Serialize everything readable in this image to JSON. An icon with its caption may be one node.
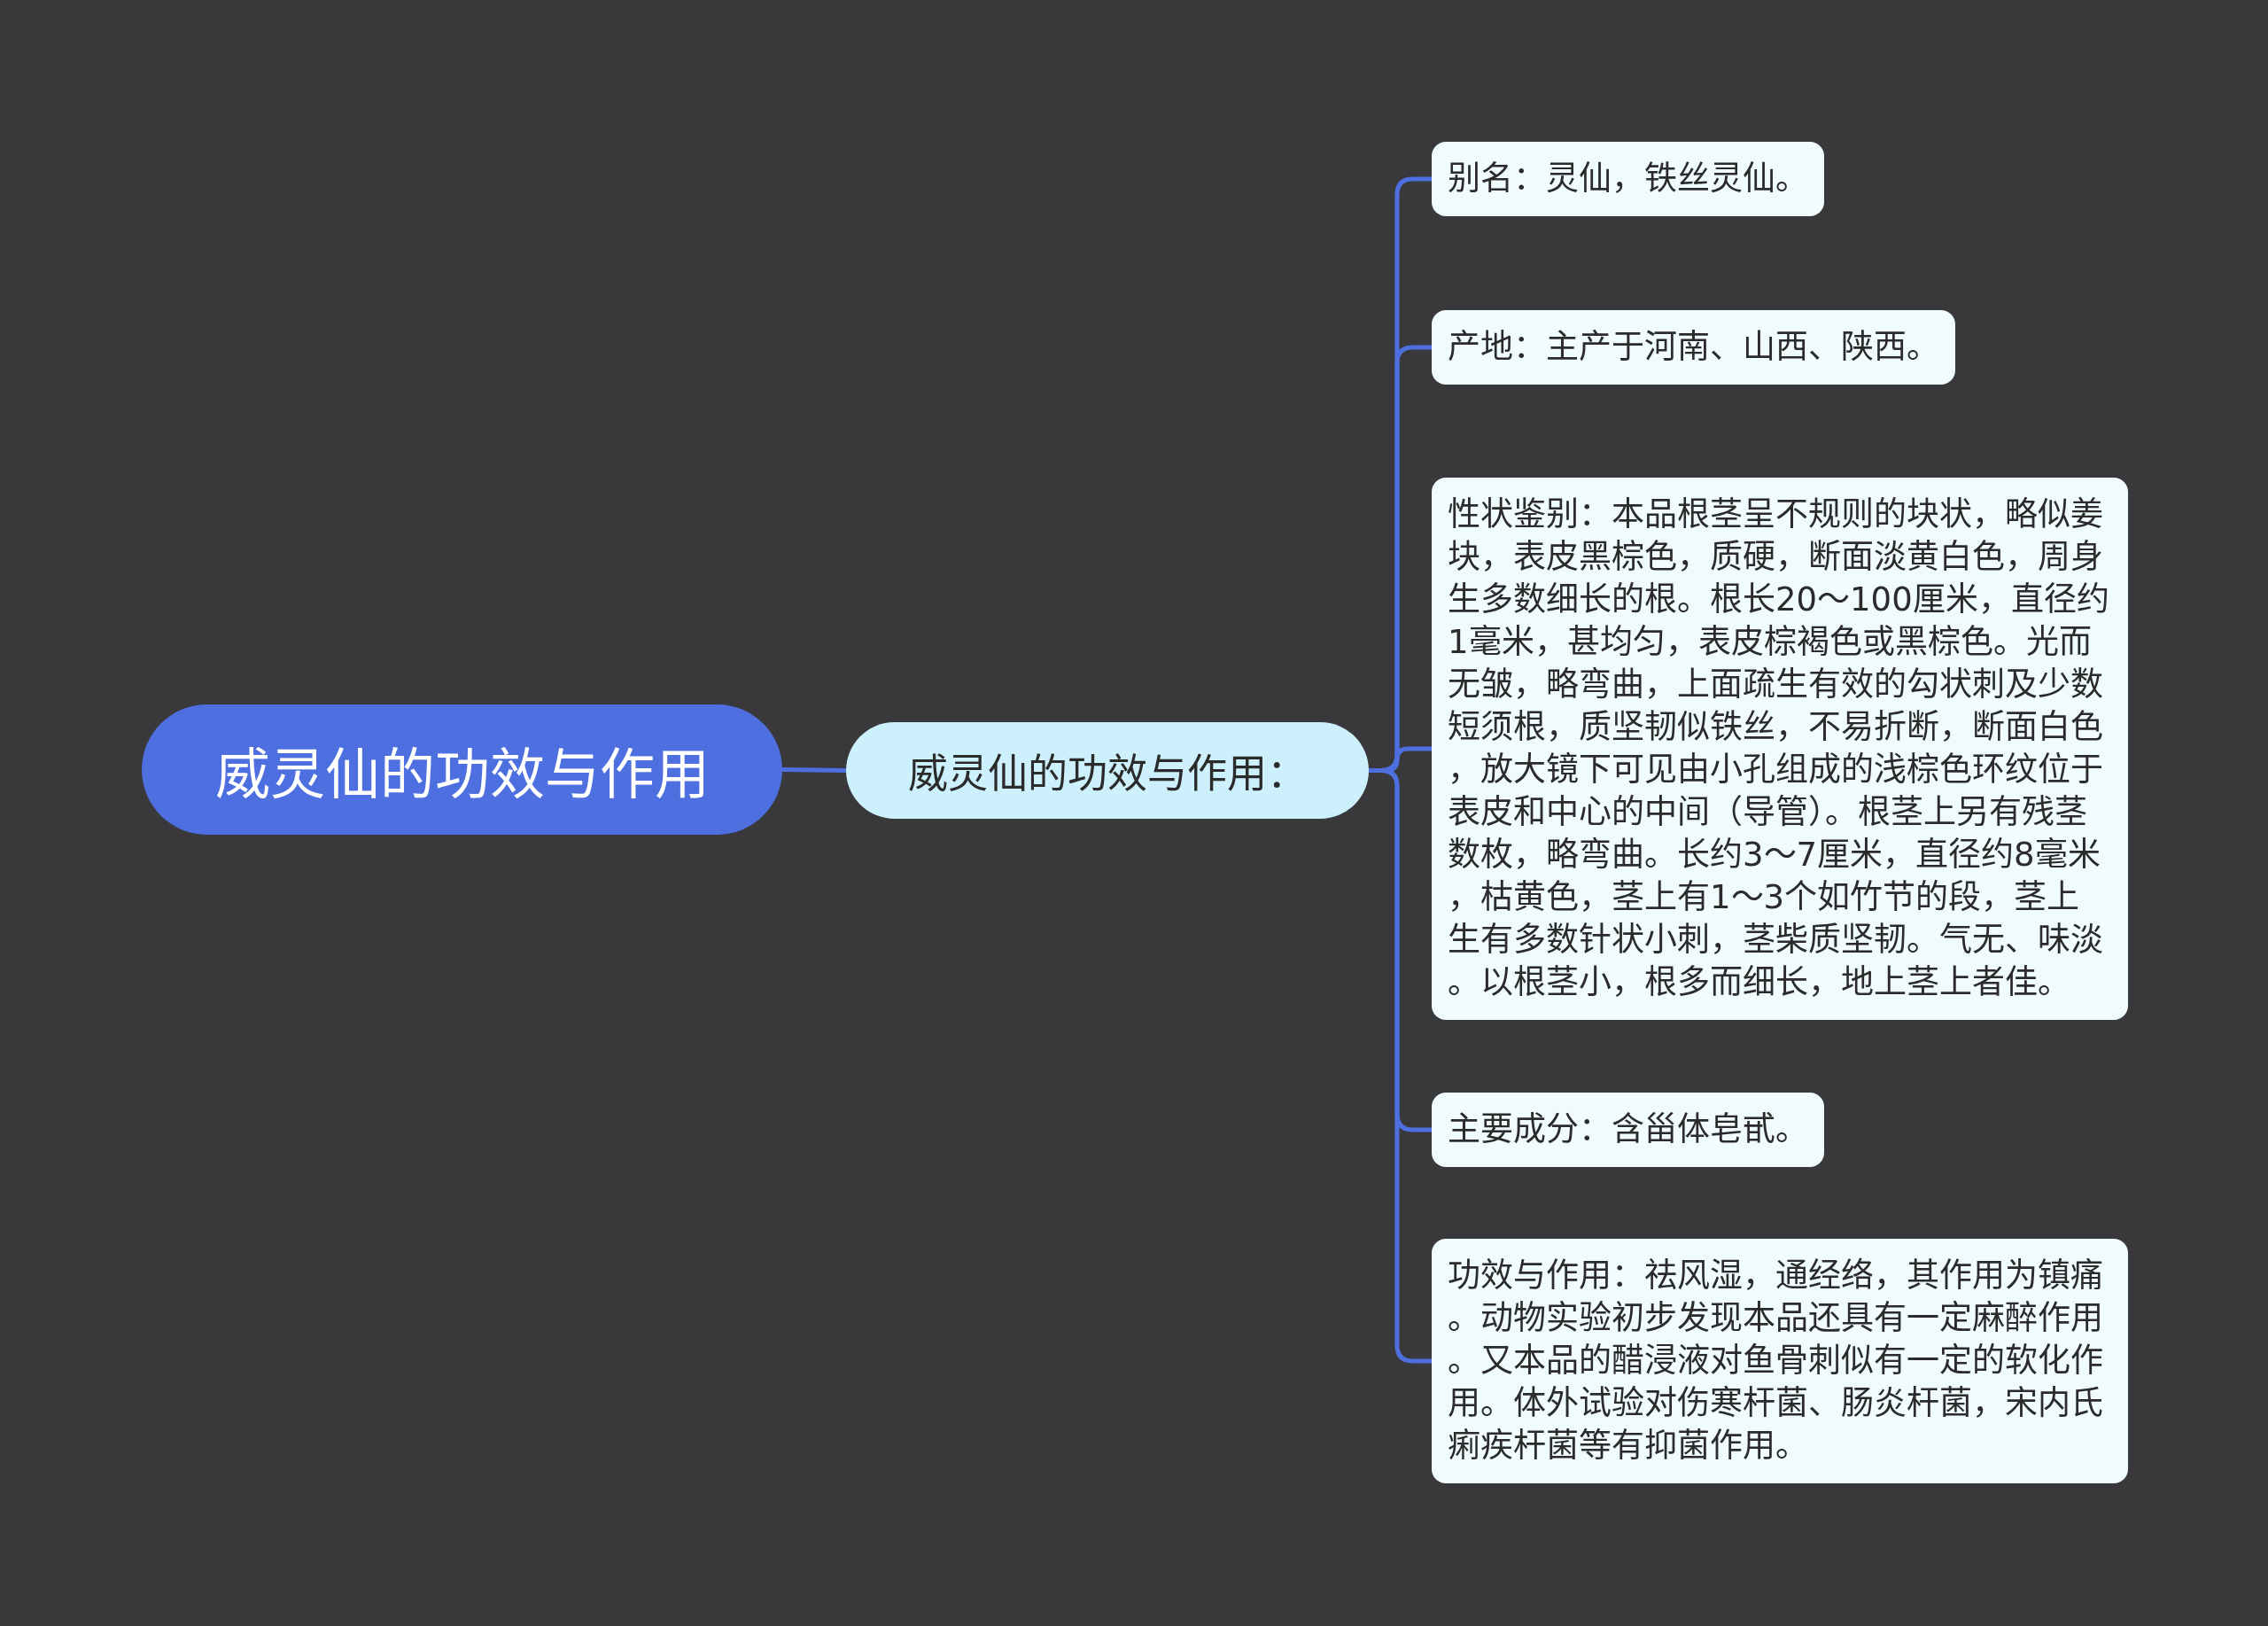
{
  "diagram": {
    "nodes": [
      {
        "text": [
          "威灵仙的功效与作用"
        ]
      },
      {
        "text": [
          "威灵仙的功效与作用："
        ]
      },
      {
        "text": [
          "别名：灵仙，铁丝灵仙。"
        ]
      },
      {
        "text": [
          "产地：主产于河南、山西、陕西。"
        ]
      },
      {
        "text": [
          "性状鉴别：本品根茎呈不规则的块状，略似姜块，表皮黑棕色，质硬，断面淡黄白色，周身生多数细长的根。根长20～100厘米，直径约1毫米，甚均匀，表皮棕褐色或黑棕色。光而无皱，略弯曲，上面疏生有效的勾状刺及少数短须根，质坚韧似铁丝，不易折断，断面白色，放大镜下可见由小孔组成的浅棕色环纹位于表皮和中心的中间（导管）。根茎上另有残茎数枚，略弯曲。长约3～7厘米，直径约8毫米，枯黄色，茎上有1～3个如竹节的段，茎上生有多数针状小刺，茎柴质坚韧。气无、味淡。以根茎小，根多而细长，地上茎上者佳。"
        ]
      },
      {
        "text": [
          "主要成分：含甾体皂甙。"
        ]
      },
      {
        "text": [
          "功效与作用：祛风湿，通经络，其作用为镇痛。动物实验初步发现本品还具有一定麻醉作用。又本品的醋浸液对鱼骨刺似有一定的软化作用。体外试验对伤寒杆菌、肠炎杆菌，宋内氏痢疾杆菌等有抑菌作用。"
        ]
      }
    ],
    "edges": [
      {
        "from": 0,
        "to": 1,
        "arrow": "none"
      },
      {
        "from": 1,
        "to": 2,
        "arrow": "none"
      },
      {
        "from": 1,
        "to": 3,
        "arrow": "none"
      },
      {
        "from": 1,
        "to": 4,
        "arrow": "none"
      },
      {
        "from": 1,
        "to": 5,
        "arrow": "none"
      },
      {
        "from": 1,
        "to": 6,
        "arrow": "none"
      }
    ]
  }
}
